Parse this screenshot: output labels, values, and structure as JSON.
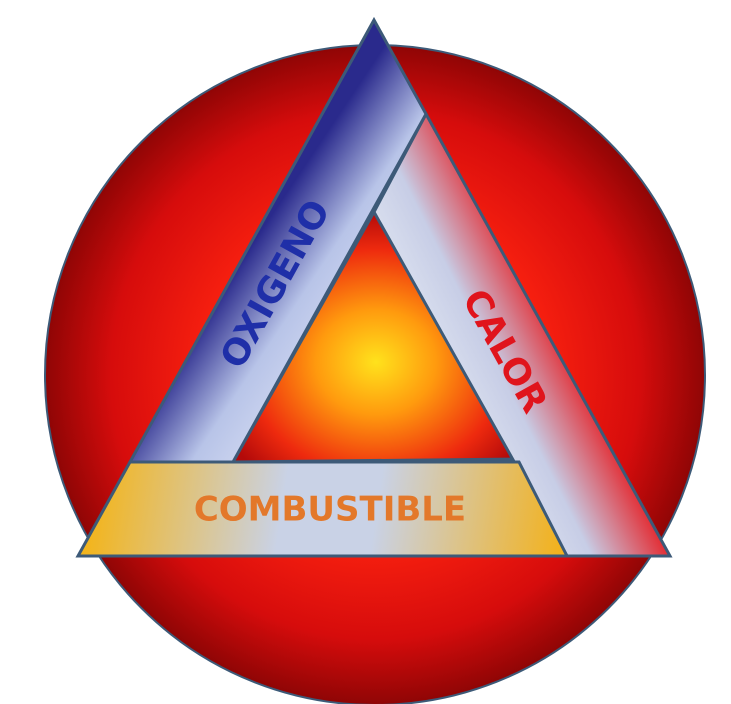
{
  "fire_triangle": {
    "oxygen_label": "OXIGENO",
    "heat_label": "CALOR",
    "fuel_label": "COMBUSTIBLE"
  },
  "colors": {
    "oxygen_band": "#2b2a8f",
    "oxygen_text": "#1f2fa8",
    "heat_band": "#e0262b",
    "heat_text": "#e0141c",
    "fuel_band": "#f2b21f",
    "fuel_text": "#e3782a",
    "circle_center": "#ff3a12",
    "circle_edge": "#9e0606",
    "inner_core": "#ffd21a",
    "inner_edge": "#d80f0f",
    "outline": "#3d5a78"
  }
}
